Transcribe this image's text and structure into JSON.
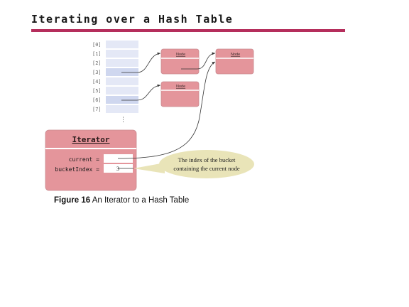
{
  "slide": {
    "title": "Iterating over a Hash Table"
  },
  "diagram": {
    "buckets": [
      "[0]",
      "[1]",
      "[2]",
      "[3]",
      "[4]",
      "[5]",
      "[6]",
      "[7]"
    ],
    "ellipsis": "⋮",
    "node_label": "Node",
    "iterator": {
      "title": "Iterator",
      "fields": [
        {
          "label": "current =",
          "value": ""
        },
        {
          "label": "bucketIndex =",
          "value": "3"
        }
      ]
    },
    "callout": [
      "The index of the bucket",
      "containing the current node"
    ],
    "colors": {
      "accent": "#b52e5c",
      "node": "#e4959b",
      "bucket": "#e4e8f6",
      "callout": "#e9e4b8"
    }
  },
  "caption": {
    "figure": "Figure 16",
    "text": " An Iterator to a Hash Table"
  }
}
